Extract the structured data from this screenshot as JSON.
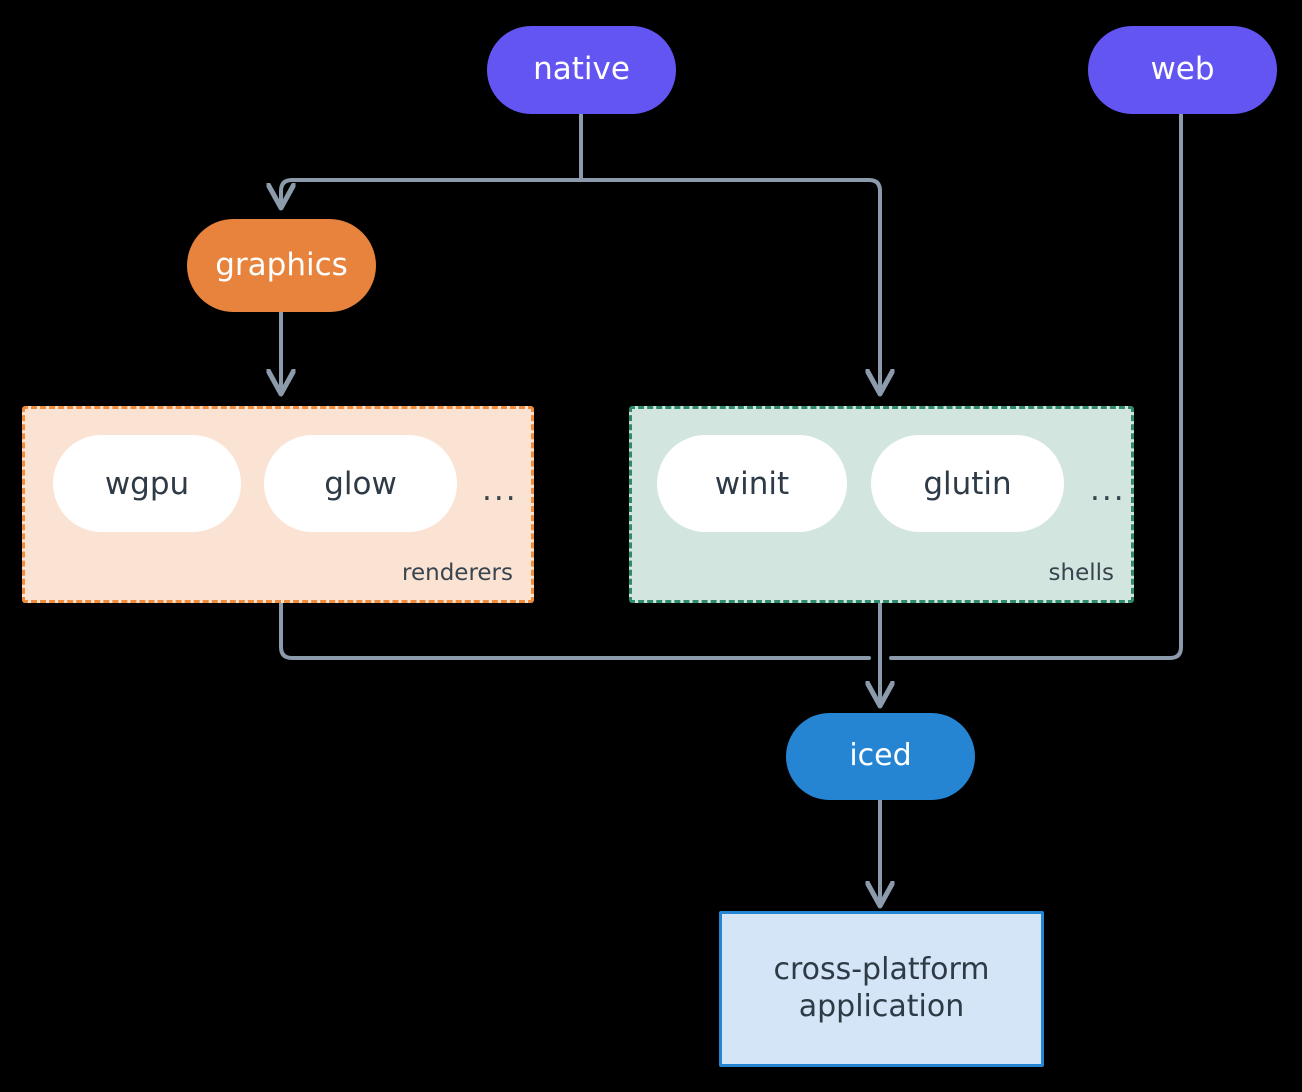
{
  "diagram": {
    "type": "architecture-flow",
    "background_color": "#000000",
    "edge_color": "#8C9BAB",
    "nodes": {
      "native": {
        "label": "native",
        "color": "#6355F2",
        "text_color": "#FFFFFF",
        "shape": "pill"
      },
      "web": {
        "label": "web",
        "color": "#6355F2",
        "text_color": "#FFFFFF",
        "shape": "pill"
      },
      "graphics": {
        "label": "graphics",
        "color": "#E7833C",
        "text_color": "#FFFFFF",
        "shape": "pill"
      },
      "iced": {
        "label": "iced",
        "color": "#2585D3",
        "text_color": "#FFFFFF",
        "shape": "pill"
      },
      "application": {
        "label": "cross-platform\napplication",
        "color": "#D3E5F7",
        "border_color": "#2585D3",
        "text_color": "#2E3A45",
        "shape": "rect"
      }
    },
    "groups": {
      "renderers": {
        "label": "renderers",
        "fill": "#FAE3D3",
        "border": "#F08C3C",
        "border_style": "dashed",
        "items": [
          {
            "label": "wgpu"
          },
          {
            "label": "glow"
          }
        ],
        "overflow": "..."
      },
      "shells": {
        "label": "shells",
        "fill": "#D2E5DF",
        "border": "#2E8B6E",
        "border_style": "dashed",
        "items": [
          {
            "label": "winit"
          },
          {
            "label": "glutin"
          }
        ],
        "overflow": "..."
      }
    },
    "edges": [
      {
        "from": "native",
        "to": "graphics"
      },
      {
        "from": "native",
        "to": "shells"
      },
      {
        "from": "graphics",
        "to": "renderers"
      },
      {
        "from": "renderers",
        "to": "iced"
      },
      {
        "from": "shells",
        "to": "iced"
      },
      {
        "from": "web",
        "to": "iced"
      },
      {
        "from": "iced",
        "to": "application"
      }
    ]
  }
}
